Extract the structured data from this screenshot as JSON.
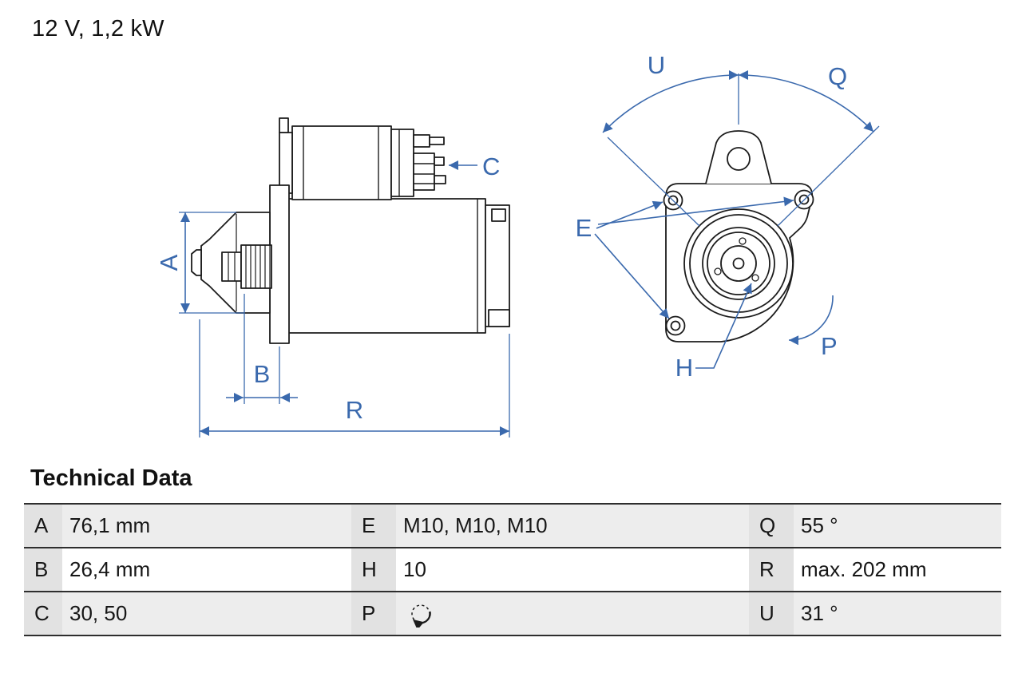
{
  "title": "12 V, 1,2 kW",
  "drawing": {
    "annotation_color": "#3a69ad",
    "line_color": "#1c1c1c",
    "labels": {
      "A": "A",
      "B": "B",
      "C": "C",
      "R": "R",
      "U": "U",
      "Q": "Q",
      "E": "E",
      "H": "H",
      "P": "P"
    }
  },
  "table": {
    "heading": "Technical Data",
    "rows": [
      {
        "cells": [
          {
            "key": "A",
            "value": "76,1 mm"
          },
          {
            "key": "E",
            "value": "M10, M10, M10"
          },
          {
            "key": "Q",
            "value": "55 °"
          }
        ]
      },
      {
        "cells": [
          {
            "key": "B",
            "value": "26,4 mm"
          },
          {
            "key": "H",
            "value": "10"
          },
          {
            "key": "R",
            "value": "max. 202 mm"
          }
        ]
      },
      {
        "cells": [
          {
            "key": "C",
            "value": "30, 50"
          },
          {
            "key": "P",
            "value": "",
            "icon": "rotation-ccw-icon"
          },
          {
            "key": "U",
            "value": "31 °"
          }
        ]
      }
    ]
  }
}
